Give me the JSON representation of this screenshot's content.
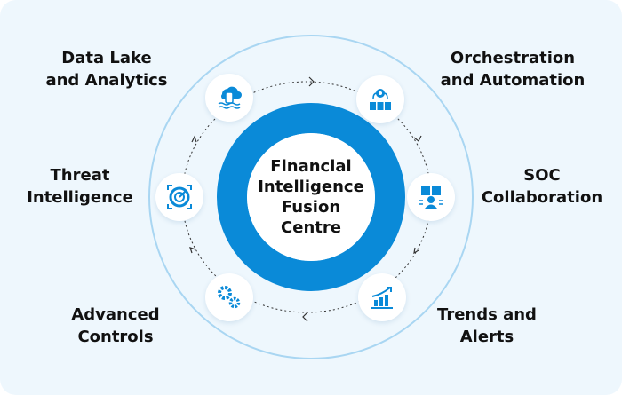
{
  "center": {
    "title_lines": [
      "Financial",
      "Intelligence",
      "Fusion",
      "Centre"
    ]
  },
  "nodes": [
    {
      "label_lines": [
        "Data Lake",
        "and Analytics"
      ],
      "icon": "data-lake-icon"
    },
    {
      "label_lines": [
        "Orchestration",
        "and Automation"
      ],
      "icon": "orchestration-icon"
    },
    {
      "label_lines": [
        "SOC",
        "Collaboration"
      ],
      "icon": "collaboration-icon"
    },
    {
      "label_lines": [
        "Trends and",
        "Alerts"
      ],
      "icon": "trend-chart-icon"
    },
    {
      "label_lines": [
        "Advanced",
        "Controls"
      ],
      "icon": "gears-icon"
    },
    {
      "label_lines": [
        "Threat",
        "Intelligence"
      ],
      "icon": "radar-icon"
    }
  ],
  "colors": {
    "accent": "#0a8ad8",
    "background": "#eef7fd",
    "outer_ring": "#a9d6f2"
  }
}
